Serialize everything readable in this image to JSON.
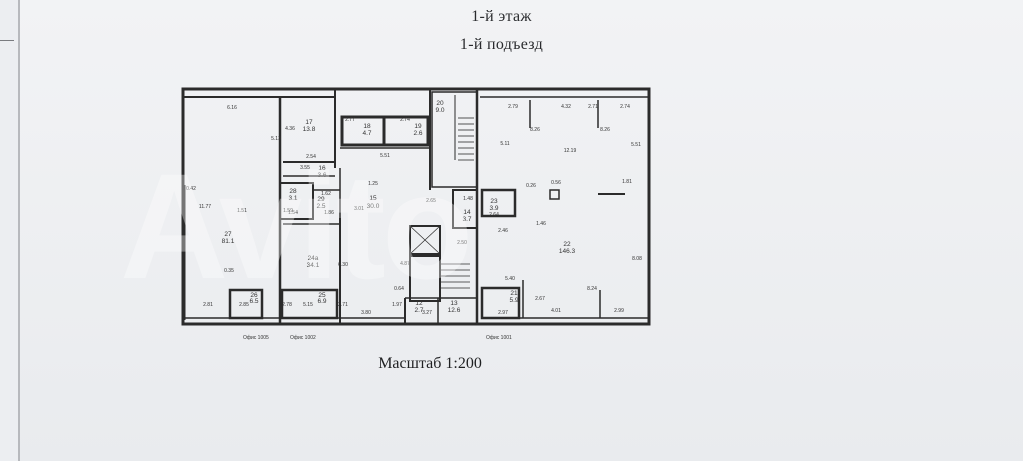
{
  "header": {
    "floor": "1-й этаж",
    "entrance": "1-й подъезд"
  },
  "scale_label": "Масштаб 1:200",
  "watermark": "Avito",
  "rooms": [
    {
      "id": "r27",
      "num": "27",
      "area": "81.1"
    },
    {
      "id": "r17",
      "num": "17",
      "area": "13.8"
    },
    {
      "id": "r18",
      "num": "18",
      "area": "4.7"
    },
    {
      "id": "r19",
      "num": "19",
      "area": "2.6"
    },
    {
      "id": "r16",
      "num": "16",
      "area": "3.6"
    },
    {
      "id": "r28",
      "num": "28",
      "area": "3.1"
    },
    {
      "id": "r29",
      "num": "29",
      "area": "2.5"
    },
    {
      "id": "r15",
      "num": "15",
      "area": "30.0"
    },
    {
      "id": "r24",
      "num": "24а",
      "area": "34.1"
    },
    {
      "id": "r26",
      "num": "26",
      "area": "6.5"
    },
    {
      "id": "r25",
      "num": "25",
      "area": "6.9"
    },
    {
      "id": "r14",
      "num": "14",
      "area": "3.7"
    },
    {
      "id": "r23",
      "num": "23",
      "area": "3.9"
    },
    {
      "id": "r22",
      "num": "22",
      "area": "146.3"
    },
    {
      "id": "r21",
      "num": "21",
      "area": "5.9"
    },
    {
      "id": "r20",
      "num": "20",
      "area": "9.0"
    },
    {
      "id": "r13",
      "num": "13",
      "area": "12.6"
    },
    {
      "id": "r12",
      "num": "12",
      "area": "2.7"
    }
  ],
  "dimensions": [
    "6.16",
    "5.13",
    "4.36",
    "2.77",
    "2.74",
    "2.79",
    "4.32",
    "2.71",
    "2.74",
    "8.26",
    "8.26",
    "5.11",
    "12.19",
    "5.51",
    "5.51",
    "2.54",
    "3.55",
    "1.25",
    "0.26",
    "0.56",
    "1.81",
    "0.42",
    "11.77",
    "1.51",
    "3.01",
    "1.62",
    "1.59",
    "1.54",
    "1.86",
    "2.65",
    "1.48",
    "2.64",
    "5.40",
    "1.46",
    "8.08",
    "0.35",
    "6.30",
    "4.87",
    "0.64",
    "2.50",
    "2.46",
    "8.24",
    "2.81",
    "5.15",
    "2.71",
    "3.80",
    "1.97",
    "2.97",
    "4.01",
    "2.99",
    "2.85",
    "2.78",
    "3.27",
    "2.67"
  ],
  "office_labels": [
    "Офис 1005",
    "Офис 1002",
    "Офис 1001"
  ]
}
